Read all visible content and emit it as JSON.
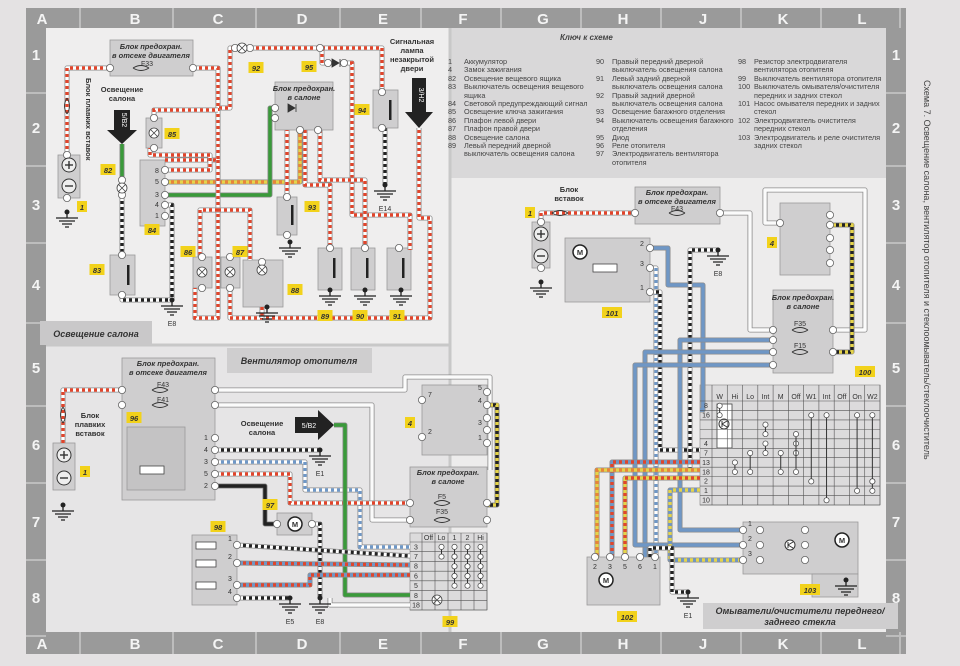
{
  "title_vertical": "Схема 7. Освещение салона, вентилятор отопителя и стеклоомыватель/стеклоочиститель",
  "frame": {
    "columns": [
      "A",
      "B",
      "C",
      "D",
      "E",
      "F",
      "G",
      "H",
      "J",
      "K",
      "L"
    ],
    "rows": [
      "1",
      "2",
      "3",
      "4",
      "5",
      "6",
      "7",
      "8"
    ]
  },
  "key": {
    "heading": "Ключ к схеме",
    "col1": [
      {
        "n": "1",
        "text": "Аккумулятор"
      },
      {
        "n": "4",
        "text": "Замок зажигания"
      },
      {
        "n": "82",
        "text": "Освещение вещевого ящика"
      },
      {
        "n": "83",
        "text": "Выключатель освещения вещевого ящика"
      },
      {
        "n": "84",
        "text": "Световой предупреждающий сигнал"
      },
      {
        "n": "85",
        "text": "Освещение ключа зажигания"
      },
      {
        "n": "86",
        "text": "Плафон левой двери"
      },
      {
        "n": "87",
        "text": "Плафон правой двери"
      },
      {
        "n": "88",
        "text": "Освещение салона"
      },
      {
        "n": "89",
        "text": "Левый передний дверной выключатель освещения салона"
      }
    ],
    "col2": [
      {
        "n": "90",
        "text": "Правый передний дверной выключатель освещения салона"
      },
      {
        "n": "91",
        "text": "Левый задний дверной выключатель освещения салона"
      },
      {
        "n": "92",
        "text": "Правый задний дверной выключатель освещения салона"
      },
      {
        "n": "93",
        "text": "Освещение багажного отделения"
      },
      {
        "n": "94",
        "text": "Выключатель освещения багажного отделения"
      },
      {
        "n": "95",
        "text": "Диод"
      },
      {
        "n": "96",
        "text": "Реле отопителя"
      },
      {
        "n": "97",
        "text": "Электродвигатель вентилятора отопителя"
      }
    ],
    "col3": [
      {
        "n": "98",
        "text": "Резистор электродвигателя вентилятора отопителя"
      },
      {
        "n": "99",
        "text": "Выключатель вентилятора отопителя"
      },
      {
        "n": "100",
        "text": "Выключатель омывателя/очистителя передних и задних стекол"
      },
      {
        "n": "101",
        "text": "Насос омывателя передних и задних стекол"
      },
      {
        "n": "102",
        "text": "Электродвигатель очистителя передних стекол"
      },
      {
        "n": "103",
        "text": "Электродвигатель и реле очистителя задних стекол"
      }
    ]
  },
  "sections": {
    "interior_light": "Освещение салона",
    "heater_fan": "Вентилятор отопителя",
    "washers_line1": "Омыватели/очистители переднего/",
    "washers_line2": "заднего стекла"
  },
  "labels": {
    "fuse_box": "Блок предохран.",
    "engine_bay": "в отсеке двигателя",
    "cabin": "в салоне",
    "fusible_links": "Блок плавких вставок",
    "fusible_links_1": "Блок",
    "fusible_links_2": "плавких",
    "fusible_links_3": "вставок",
    "interior_light_1": "Освещение",
    "interior_light_2": "салона",
    "door_lamp_1": "Сигнальная",
    "door_lamp_2": "лампа",
    "door_lamp_3": "незакрытой",
    "door_lamp_4": "двери",
    "motor": "M"
  },
  "connectors": {
    "b2": "5/B2",
    "h2": "3/H2"
  },
  "fuses": {
    "f33": "F33",
    "f43": "F43",
    "f41": "F41",
    "f5": "F5",
    "f35": "F35",
    "f15": "F15"
  },
  "grounds": {
    "e8": "E8",
    "e14": "E14",
    "e1": "E1",
    "e5": "E5"
  },
  "tags": [
    "1",
    "82",
    "83",
    "84",
    "85",
    "86",
    "87",
    "88",
    "89",
    "90",
    "91",
    "92",
    "93",
    "94",
    "95",
    "1",
    "96",
    "97",
    "98",
    "99",
    "4",
    "1",
    "101",
    "4",
    "100",
    "102",
    "103"
  ],
  "pins_84": [
    "8",
    "5",
    "3",
    "4",
    "1"
  ],
  "pins_96": [
    "1",
    "4",
    "3",
    "5",
    "2"
  ],
  "pins_98": [
    "1",
    "2",
    "3",
    "4"
  ],
  "pins_switch4": [
    "7",
    "2",
    "5",
    "4",
    "3",
    "1"
  ],
  "pins_101": [
    "2",
    "3",
    "1"
  ],
  "pins_102": [
    "2",
    "3",
    "5",
    "6",
    "1"
  ],
  "pins_103": [
    "1",
    "2",
    "3"
  ],
  "switch_99": {
    "columns": [
      "Off",
      "Lo",
      "1",
      "2",
      "Hi"
    ],
    "pins": [
      "3",
      "7",
      "8",
      "6",
      "5",
      "8",
      "18"
    ]
  },
  "switch_100": {
    "columns": [
      "W",
      "Hi",
      "Lo",
      "Int",
      "M",
      "Off",
      "W1",
      "Int",
      "Off",
      "On",
      "W2"
    ],
    "pins": [
      "8",
      "16",
      "",
      "",
      "4",
      "7",
      "13",
      "18",
      "2",
      "1",
      "10"
    ]
  },
  "colors": {
    "frame": "#9a9a9a",
    "tag": "#f2d21b",
    "red_wire": "#e0452c",
    "blue_wire": "#6f97c6",
    "green_wire": "#3a9a3a",
    "yellow_wire": "#e6d44a"
  }
}
